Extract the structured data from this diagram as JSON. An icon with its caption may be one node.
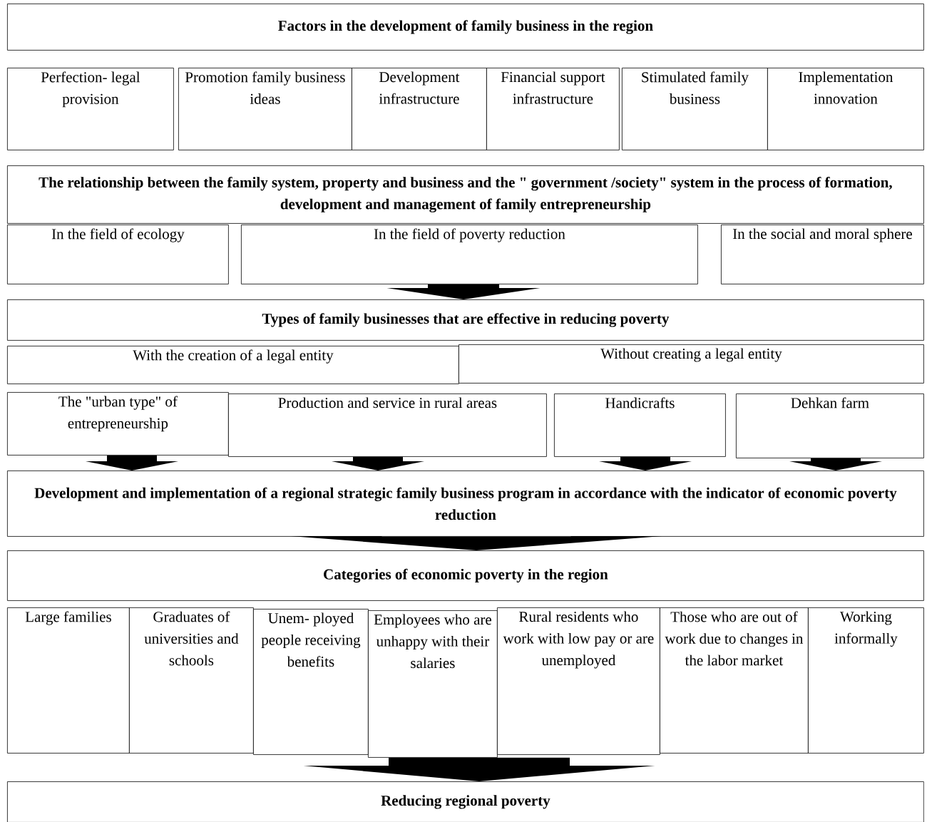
{
  "diagram": {
    "nodes": [
      {
        "text": [
          "Factors in the development of family business in the region"
        ]
      },
      {
        "text": [
          "Perfection- legal provision"
        ]
      },
      {
        "text": [
          "Promotion family business ideas"
        ]
      },
      {
        "text": [
          "Development infrastructure"
        ]
      },
      {
        "text": [
          "Financial support infrastructure"
        ]
      },
      {
        "text": [
          "Stimulated family business"
        ]
      },
      {
        "text": [
          "Implementation innovation"
        ]
      },
      {
        "text": [
          "The relationship between the family system, property and business and the \" government /society\" system in the process of formation, development and management of family entrepreneurship"
        ]
      },
      {
        "text": [
          "In the field of ecology"
        ]
      },
      {
        "text": [
          "In the field of poverty reduction"
        ]
      },
      {
        "text": [
          "In the social and moral sphere"
        ]
      },
      {
        "text": [
          "Types of family businesses that are effective in reducing poverty"
        ]
      },
      {
        "text": [
          "With the creation of a legal entity"
        ]
      },
      {
        "text": [
          "Without creating a legal entity"
        ]
      },
      {
        "text": [
          "The \"urban type\" of entrepreneurship"
        ]
      },
      {
        "text": [
          "Production and service in rural areas"
        ]
      },
      {
        "text": [
          "Handicrafts"
        ]
      },
      {
        "text": [
          "Dehkan farm"
        ]
      },
      {
        "text": [
          "Development and implementation of a regional strategic family business program in accordance with the indicator of economic poverty reduction"
        ]
      },
      {
        "text": [
          "Categories of economic poverty in the region"
        ]
      },
      {
        "text": [
          "Large families"
        ]
      },
      {
        "text": [
          "Graduates of universities and schools"
        ]
      },
      {
        "text": [
          "Unem- ployed people receiving benefits"
        ]
      },
      {
        "text": [
          "Employees who are unhappy with their salaries"
        ]
      },
      {
        "text": [
          "Rural residents who work with low pay or are unemployed"
        ]
      },
      {
        "text": [
          "Those who are out of work due to changes in the labor market"
        ]
      },
      {
        "text": [
          "Working informally"
        ]
      },
      {
        "text": [
          "Reducing regional poverty"
        ]
      }
    ],
    "edges": [
      {
        "from": 9,
        "to": 11,
        "arrow": "to",
        "style": "thick"
      },
      {
        "from": 14,
        "to": 18,
        "arrow": "to",
        "style": "thick"
      },
      {
        "from": 15,
        "to": 18,
        "arrow": "to",
        "style": "thick"
      },
      {
        "from": 16,
        "to": 18,
        "arrow": "to",
        "style": "thick"
      },
      {
        "from": 17,
        "to": 18,
        "arrow": "to",
        "style": "thick"
      },
      {
        "from": 18,
        "to": 19,
        "arrow": "to",
        "style": "thick"
      },
      {
        "from": 23,
        "to": 27,
        "arrow": "to",
        "style": "thick"
      }
    ]
  }
}
